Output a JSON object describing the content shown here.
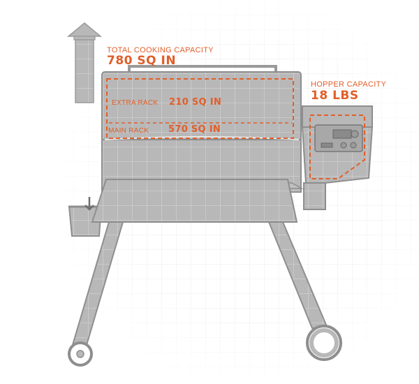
{
  "total_capacity": {
    "label": "TOTAL COOKING CAPACITY",
    "value": "780 SQ IN"
  },
  "hopper_capacity": {
    "label": "HOPPER CAPACITY",
    "value": "18 LBS"
  },
  "extra_rack": {
    "label": "EXTRA RACK",
    "value": "210 SQ IN"
  },
  "main_rack": {
    "label": "MAIN RACK",
    "value": "570 SQ IN"
  },
  "colors": {
    "accent": "#e05f2a",
    "body": "#b5b5b5",
    "outline": "#8e8e8e",
    "grid": "#e4e4e4"
  }
}
